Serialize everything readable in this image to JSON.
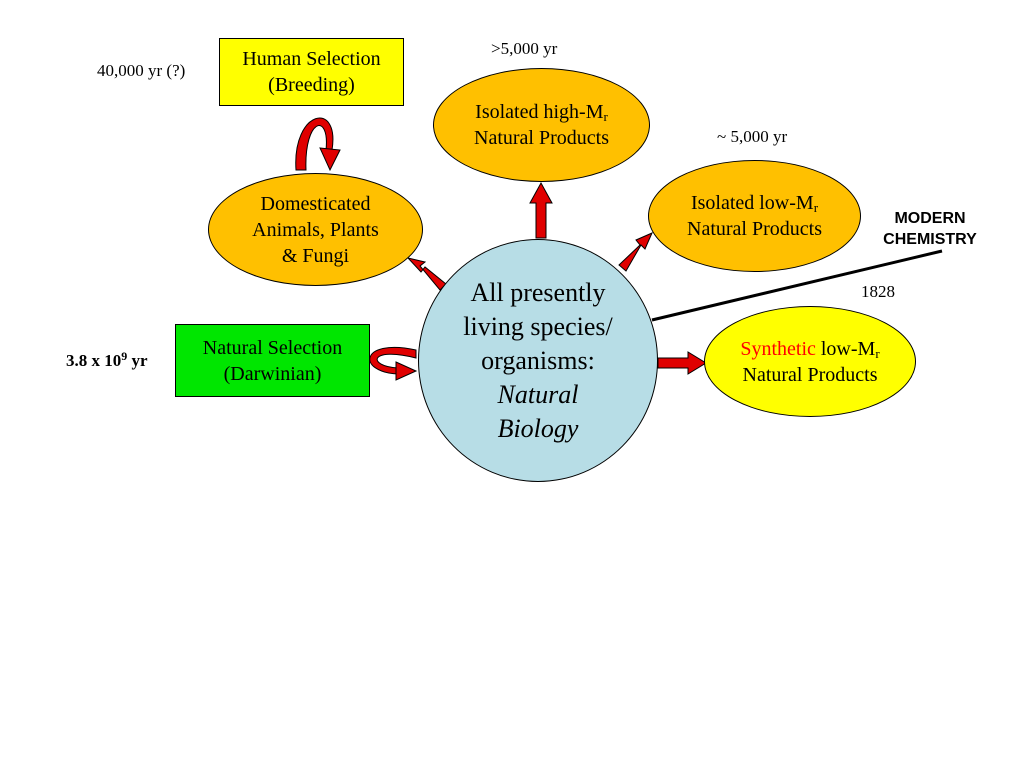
{
  "colors": {
    "box_yellow": "#ffff00",
    "box_green": "#00e600",
    "ellipse_orange": "#ffc000",
    "center_blue": "#b7dde6",
    "synthetic_yellow": "#ffff00",
    "arrow_red": "#e00000",
    "synthetic_text": "#ff0000"
  },
  "center": {
    "line1": "All presently",
    "line2": "living species/",
    "line3": "organisms:",
    "line4": "Natural",
    "line5": "Biology"
  },
  "human_selection": {
    "line1": "Human Selection",
    "line2": "(Breeding)"
  },
  "natural_selection": {
    "line1": "Natural Selection",
    "line2": "(Darwinian)"
  },
  "domesticated": {
    "line1": "Domesticated",
    "line2": "Animals, Plants",
    "line3": "& Fungi"
  },
  "high_mr": {
    "line1_prefix": "Isolated high-M",
    "sub": "r",
    "line2": "Natural Products"
  },
  "low_mr": {
    "line1_prefix": "Isolated low-M",
    "sub": "r",
    "line2": "Natural Products"
  },
  "synthetic": {
    "word": "Synthetic",
    "mid": " low-M",
    "sub": "r",
    "line2": "Natural Products"
  },
  "labels": {
    "human_time": "40,000 yr (?)",
    "high_time": ">5,000 yr",
    "low_time": "~ 5,000 yr",
    "modern_line1": "MODERN",
    "modern_line2": "CHEMISTRY",
    "year_1828": "1828",
    "natural_time_base": "3.8 x 10",
    "natural_time_exp": "9",
    "natural_time_unit": " yr"
  }
}
